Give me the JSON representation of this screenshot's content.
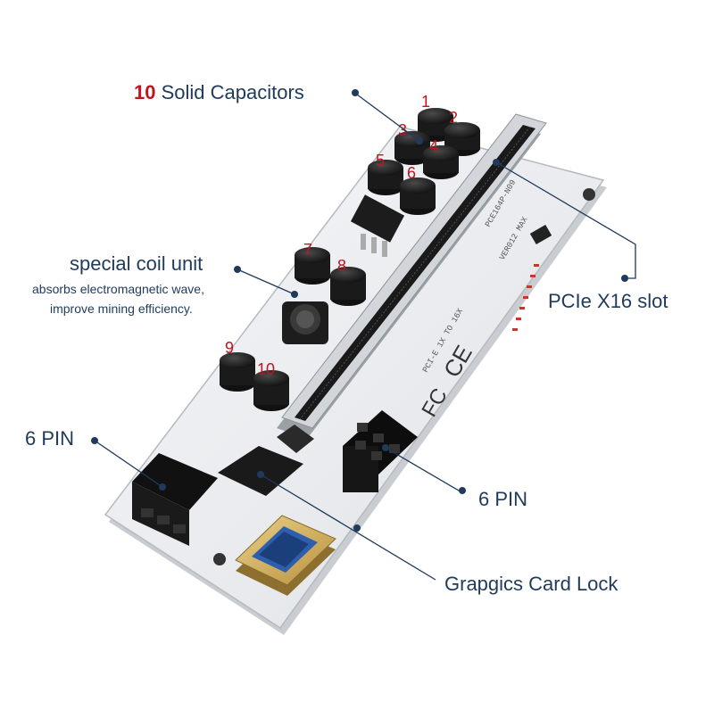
{
  "labels": {
    "capacitors": {
      "count": "10",
      "text": " Solid Capacitors"
    },
    "coil": {
      "title": "special coil unit",
      "line1": "absorbs electromagnetic wave,",
      "line2": "improve mining efficiency."
    },
    "pcie": "PCIe X16 slot",
    "pin_left": "6 PIN",
    "pin_right": "6 PIN",
    "lock": "Grapgics Card Lock"
  },
  "capacitor_numbers": [
    "1",
    "2",
    "3",
    "4",
    "5",
    "6",
    "7",
    "8",
    "9",
    "10"
  ],
  "board_text": {
    "model": "PCE164P-N09",
    "version": "VER012 MAX",
    "pcie_text": "PCI-E 1X TO 16X"
  },
  "colors": {
    "label_text": "#1f3a5a",
    "accent_red": "#c0141e",
    "pcb": "#eef0f2",
    "leader": "#1f3a5a"
  }
}
